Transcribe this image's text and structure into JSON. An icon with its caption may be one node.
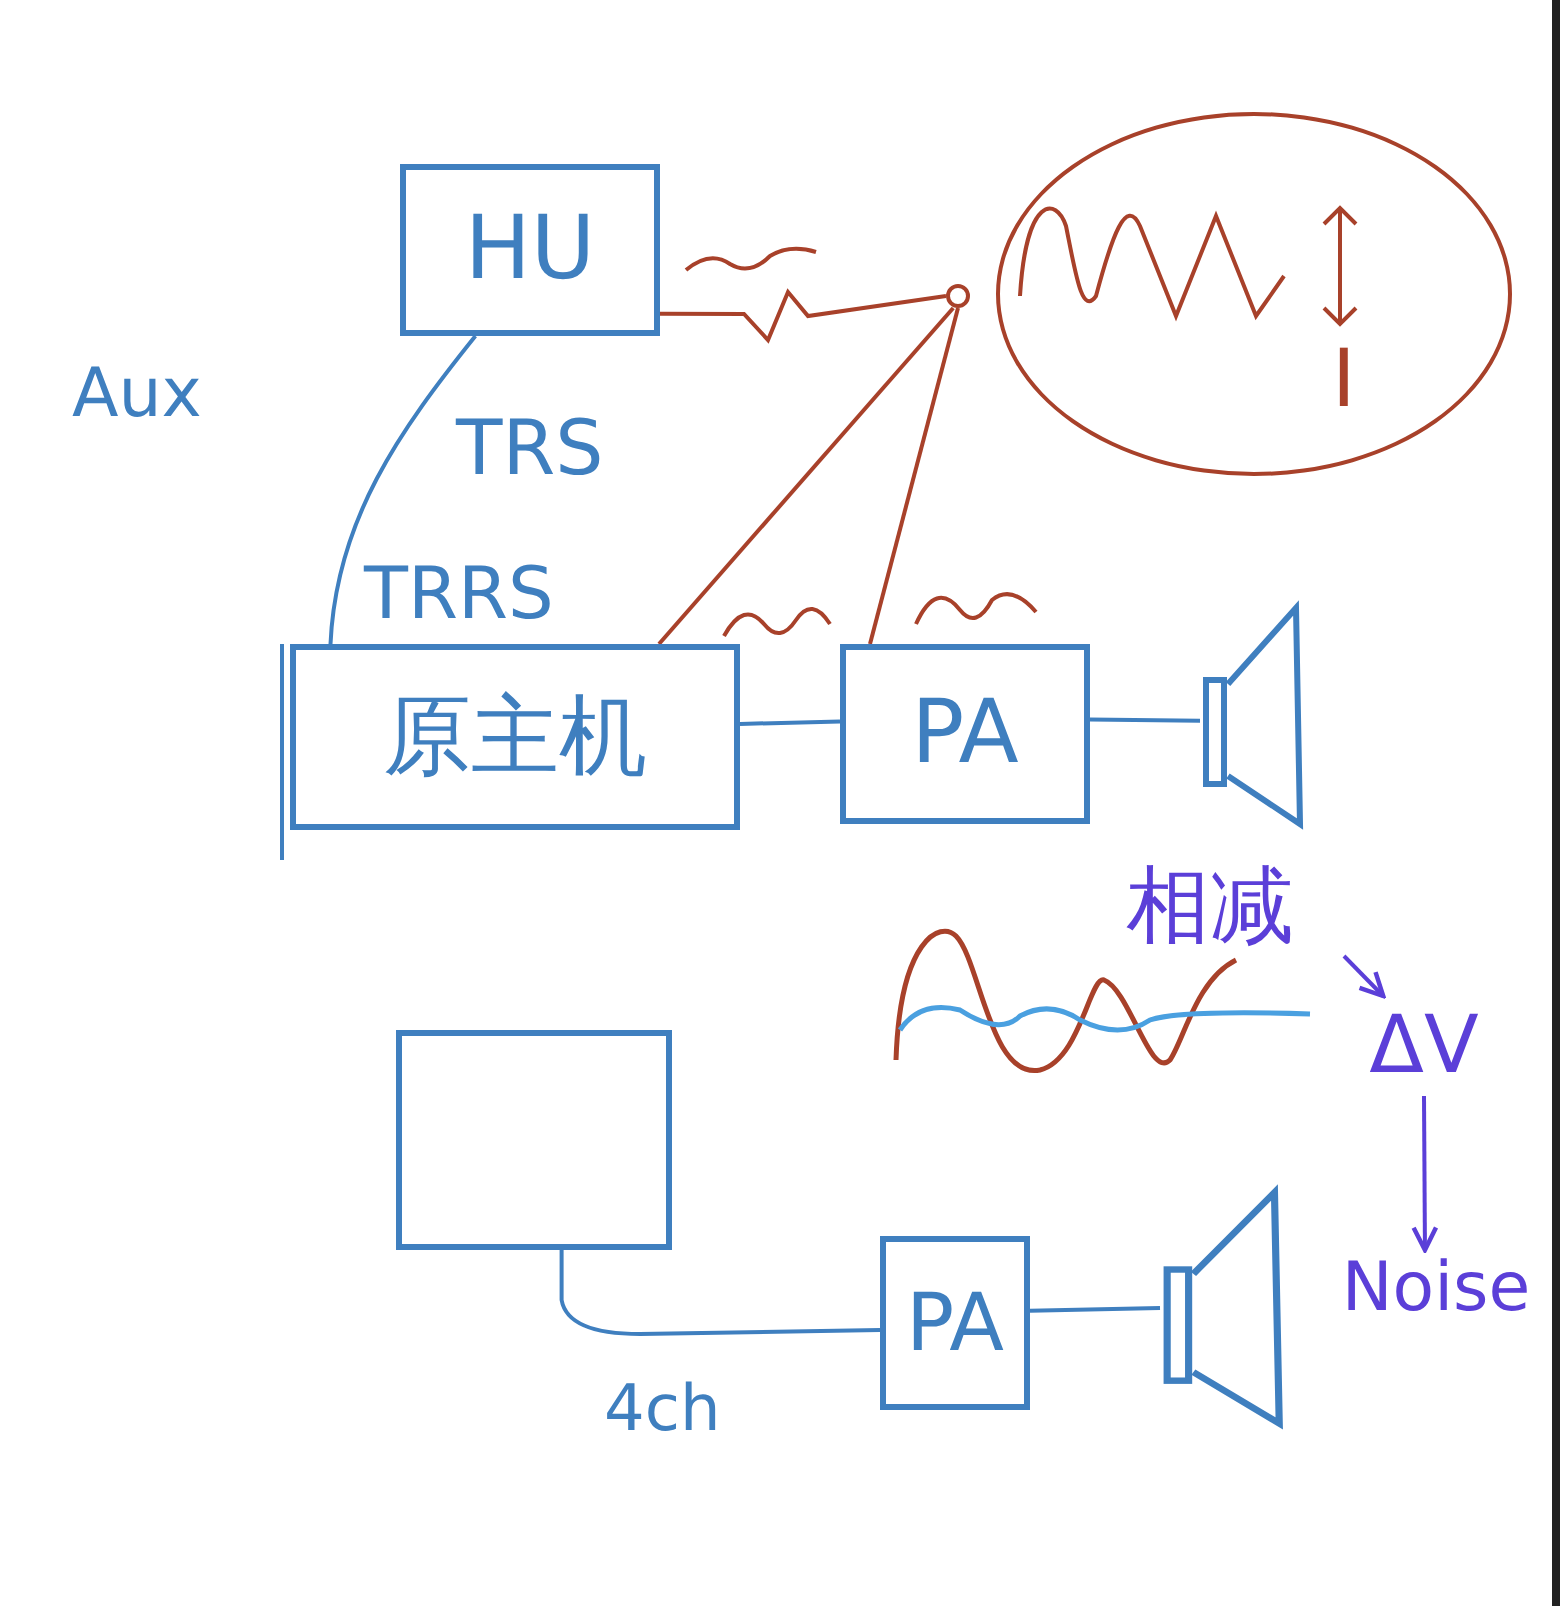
{
  "diagram": {
    "nodes": [
      {
        "text": [
          "HU"
        ]
      },
      {
        "text": [
          "I"
        ]
      },
      {
        "text": [],
        "shape": "circle"
      },
      {
        "text": [
          "原主机"
        ]
      },
      {
        "text": [
          "PA"
        ]
      },
      {
        "text": [],
        "shape": "speaker"
      },
      {
        "text": [
          "相减"
        ]
      },
      {
        "text": [
          "ΔV"
        ]
      },
      {
        "text": [],
        "shape": "box"
      },
      {
        "text": [
          "PA"
        ]
      },
      {
        "text": [],
        "shape": "speaker"
      },
      {
        "text": [
          "Noise"
        ]
      }
    ],
    "edges": [
      {
        "from": 0,
        "to": 3,
        "arrow": "none"
      },
      {
        "from": 0,
        "to": 2,
        "arrow": "none",
        "color": "#a8412a"
      },
      {
        "from": 3,
        "to": 2,
        "arrow": "none",
        "color": "#a8412a"
      },
      {
        "from": 4,
        "to": 2,
        "arrow": "none",
        "color": "#a8412a"
      },
      {
        "from": 3,
        "to": 4,
        "arrow": "none"
      },
      {
        "from": 4,
        "to": 5,
        "arrow": "none"
      },
      {
        "from": 8,
        "to": 9,
        "arrow": "none",
        "label": "4ch"
      },
      {
        "from": 9,
        "to": 10,
        "arrow": "none"
      },
      {
        "from": 6,
        "to": 7,
        "arrow": "to",
        "color": "#5b3fd8"
      },
      {
        "from": 7,
        "to": 11,
        "arrow": "to",
        "color": "#5b3fd8"
      }
    ],
    "labels": [
      "Aux",
      "TRS",
      "TRRS"
    ]
  }
}
